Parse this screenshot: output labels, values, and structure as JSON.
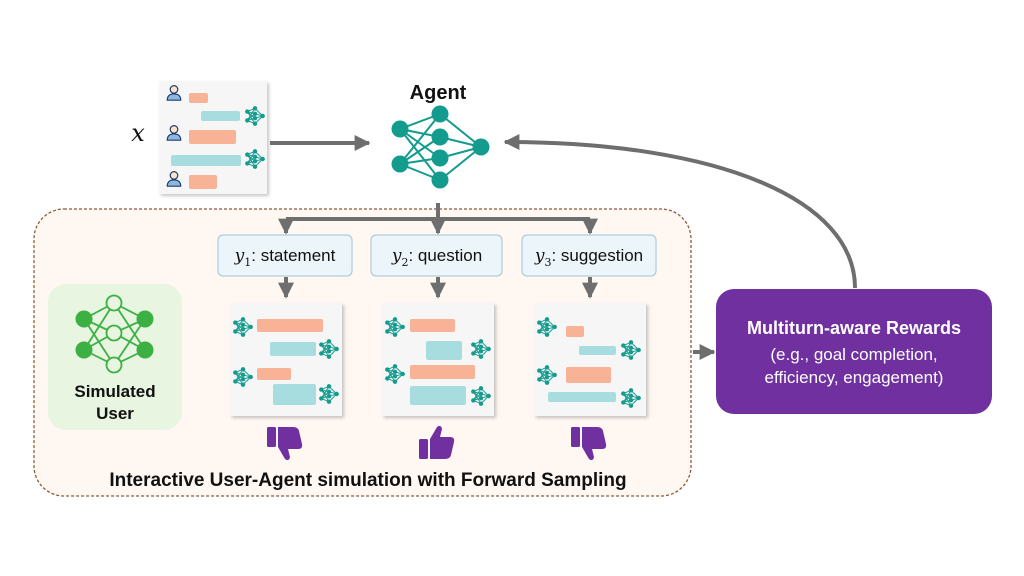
{
  "input": {
    "variable": "x"
  },
  "agent": {
    "label": "Agent"
  },
  "responses": [
    {
      "var": "y",
      "sub": "1",
      "type": "statement",
      "feedback": "thumbs-down-icon"
    },
    {
      "var": "y",
      "sub": "2",
      "type": "question",
      "feedback": "thumbs-up-icon"
    },
    {
      "var": "y",
      "sub": "3",
      "type": "suggestion",
      "feedback": "thumbs-down-icon"
    }
  ],
  "simulated_user": {
    "line1": "Simulated",
    "line2": "User"
  },
  "simulation": {
    "label": "Interactive User-Agent simulation with Forward Sampling"
  },
  "rewards": {
    "title": "Multiturn-aware Rewards",
    "line1": "(e.g., goal completion,",
    "line2": "efficiency, engagement)"
  },
  "colors": {
    "teal": "#139b8e",
    "green": "#3cb043",
    "purple": "#7030a0",
    "salmon": "#f8b296",
    "lightblue": "#a8dde0",
    "arrow": "#6e6e6e",
    "panel_bg": "#fef7f2",
    "user_bg": "#e7f5e1",
    "label_bg": "#ecf5fa",
    "label_border": "#9fc5d8"
  }
}
